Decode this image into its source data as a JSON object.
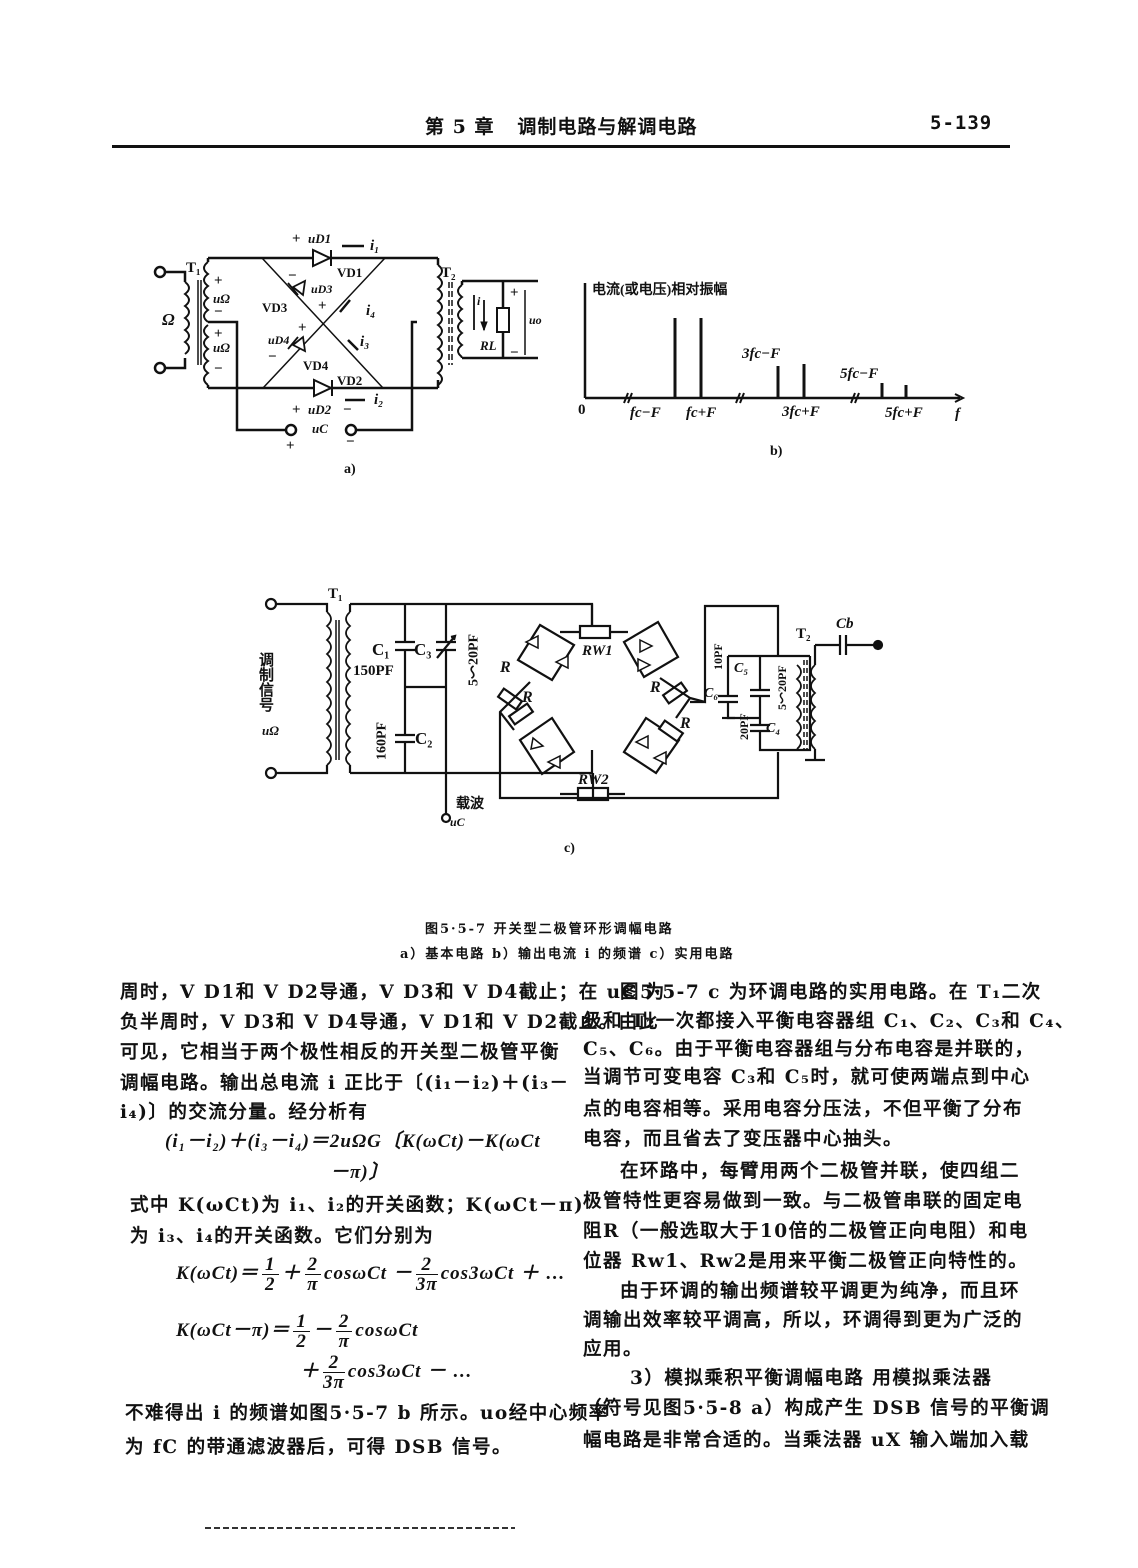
{
  "header": {
    "chapter": "第 5 章",
    "title": "调制电路与解调电路",
    "page": "5-139"
  },
  "fig_a": {
    "T1": "T₁",
    "T2": "T₂",
    "omega": "Ω",
    "uO1": "uΩ",
    "uO2": "uΩ",
    "plus": "+",
    "minus": "−",
    "uD1": "uD1",
    "uD2": "uD2",
    "uD3": "uD3",
    "uD4": "uD4",
    "VD1": "VD1",
    "VD2": "VD2",
    "VD3": "VD3",
    "VD4": "VD4",
    "i1": "i₁",
    "i2": "i₂",
    "i3": "i₃",
    "i4": "i₄",
    "i": "i",
    "RL": "RL",
    "uo": "uo",
    "uC": "uC",
    "label": "a)"
  },
  "fig_b": {
    "ylabel": "电流(或电压)相对振幅",
    "origin": "0",
    "xaxis": "f",
    "ticks": [
      "fc−F",
      "fc+F",
      "3fc−F",
      "3fc+F",
      "5fc−F",
      "5fc+F"
    ],
    "label": "b)"
  },
  "fig_c": {
    "T1": "T₁",
    "T2": "T₂",
    "input": "调制信号",
    "input_sym": "uΩ",
    "C1": "C₁",
    "C1v": "150PF",
    "C2": "C₂",
    "C2v": "160PF",
    "C3": "C₃",
    "C3v": "5～20PF",
    "R": "R",
    "Rw1": "RW1",
    "Rw2": "RW2",
    "C4": "C₄",
    "C4v": "5～20PF",
    "C5": "C₅",
    "C6": "C₆",
    "C6v": "10PF",
    "C20": "20PF",
    "Cb": "Cb",
    "carrier": "载波",
    "carrier_sym": "uC",
    "label": "c)"
  },
  "caption": {
    "title": "图5·5-7  开关型二极管环形调幅电路",
    "sub": "a）基本电路   b）输出电流 i 的频谱   c）实用电路"
  },
  "left": {
    "l1": "周时，V D1和 V D2导通，V D3和 V D4截止；在 uC 为",
    "l2": "负半周时，V D3和 V D4导通，V D1和 V D2截止。由此",
    "l3": "可见，它相当于两个极性相反的开关型二极管平衡",
    "l4": "调幅电路。输出总电流 i 正比于〔(i₁－i₂)＋(i₃－",
    "l5": "i₄)〕的交流分量。经分析有",
    "eq1a": "(i₁－i₂)＋(i₃－i₄)＝2uΩG〔K(ωCt)－K(ωCt",
    "eq1b": "－π)〕",
    "l6": "式中  K(ωCt)为 i₁、i₂的开关函数；K(ωCt－π)",
    "l7": "为 i₃、i₄的开关函数。它们分别为",
    "eq2_lhs": "K(ωCt)＝",
    "eq2_t1": "cosωCt －",
    "eq2_t2": "cos3ωCt ＋ …",
    "eq3_lhs": "K(ωCt－π)＝",
    "eq3_t1": "cosωCt",
    "eq4_t": "cos3ωCt － …",
    "f_1": "1",
    "f_2": "2",
    "f_pi": "π",
    "f_3pi": "3π",
    "op_plus": "＋",
    "op_minus": "－",
    "l8": "不难得出 i 的频谱如图5·5-7 b 所示。uo经中心频率",
    "l9": "为 fC 的带通滤波器后，可得 DSB 信号。"
  },
  "right": {
    "r1": "图5·5-7 c 为环调电路的实用电路。在 T₁二次",
    "r2": "级和 T₂一次都接入平衡电容器组 C₁、C₂、C₃和 C₄、",
    "r3": "C₅、C₆。由于平衡电容器组与分布电容是并联的，",
    "r4": "当调节可变电容 C₃和 C₅时，就可使两端点到中心",
    "r5": "点的电容相等。采用电容分压法，不但平衡了分布",
    "r6": "电容，而且省去了变压器中心抽头。",
    "r7": "在环路中，每臂用两个二极管并联，使四组二",
    "r8": "极管特性更容易做到一致。与二极管串联的固定电",
    "r9": "阻R（一般选取大于10倍的二极管正向电阻）和电",
    "r10": "位器 Rw1、Rw2是用来平衡二极管正向特性的。",
    "r11": "由于环调的输出频谱较平调更为纯净，而且环",
    "r12": "调输出效率较平调高，所以，环调得到更为广泛的",
    "r13": "应用。",
    "r14": "3）模拟乘积平衡调幅电路  用模拟乘法器",
    "r15": "（符号见图5·5-8 a）构成产生 DSB 信号的平衡调",
    "r16": "幅电路是非常合适的。当乘法器 uX 输入端加入载"
  }
}
